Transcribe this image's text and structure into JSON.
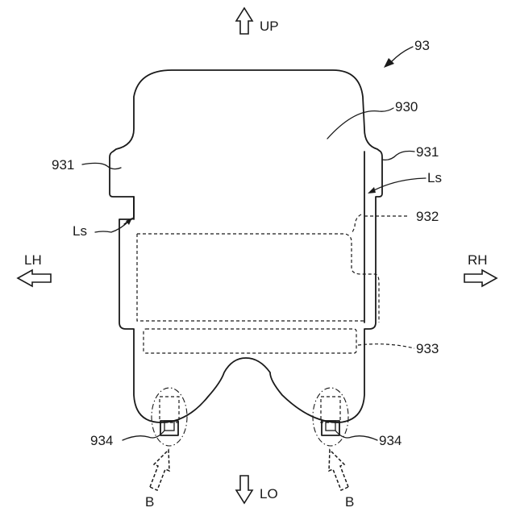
{
  "labels": {
    "up": "UP",
    "lo": "LO",
    "lh": "LH",
    "rh": "RH",
    "part_93": "93",
    "part_930": "930",
    "part_931_left": "931",
    "part_931_right": "931",
    "ls_left": "Ls",
    "ls_right": "Ls",
    "part_932": "932",
    "part_933": "933",
    "part_934_left": "934",
    "part_934_right": "934",
    "b_left": "B",
    "b_right": "B"
  }
}
